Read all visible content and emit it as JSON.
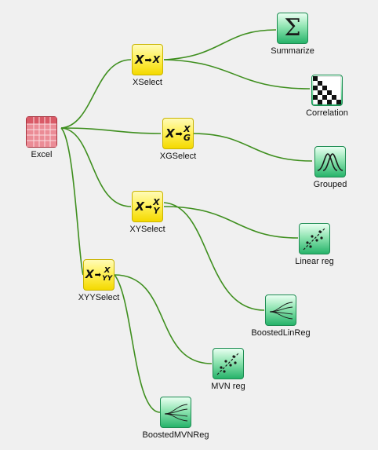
{
  "nodes": {
    "excel": {
      "label": "Excel",
      "icon": "spreadsheet-grid-icon"
    },
    "xselect": {
      "label": "XSelect",
      "icon": "x-arrow-x-icon",
      "glyph_main": "X",
      "glyph_arrow": "➡",
      "glyph_sup": "X",
      "glyph_sub": ""
    },
    "xgselect": {
      "label": "XGSelect",
      "icon": "x-arrow-xg-icon",
      "glyph_main": "X",
      "glyph_arrow": "➡",
      "glyph_sup": "X",
      "glyph_sub": "G"
    },
    "xyselect": {
      "label": "XYSelect",
      "icon": "x-arrow-xy-icon",
      "glyph_main": "X",
      "glyph_arrow": "➡",
      "glyph_sup": "X",
      "glyph_sub": "Y"
    },
    "xyyselect": {
      "label": "XYYSelect",
      "icon": "x-arrow-xyy-icon",
      "glyph_main": "X",
      "glyph_arrow": "➡",
      "glyph_sup": "X",
      "glyph_sub": "YY"
    },
    "summarize": {
      "label": "Summarize",
      "icon": "sigma-icon",
      "glyph": "Σ"
    },
    "correlation": {
      "label": "Correlation",
      "icon": "correlation-matrix-icon"
    },
    "grouped": {
      "label": "Grouped",
      "icon": "distribution-curves-icon"
    },
    "linear_reg": {
      "label": "Linear reg",
      "icon": "scatter-regression-icon"
    },
    "boosted_lin_reg": {
      "label": "BoostedLinReg",
      "icon": "boosted-tree-icon"
    },
    "mvn_reg": {
      "label": "MVN reg",
      "icon": "scatter-regression-icon"
    },
    "boosted_mvn_reg": {
      "label": "BoostedMVNReg",
      "icon": "boosted-tree-icon"
    }
  },
  "colors": {
    "edge": "#3f8f1f",
    "background": "#f0f0f0",
    "select_node": "#fff15c",
    "analysis_node": "#27b36a",
    "excel_node": "#e97a86"
  }
}
